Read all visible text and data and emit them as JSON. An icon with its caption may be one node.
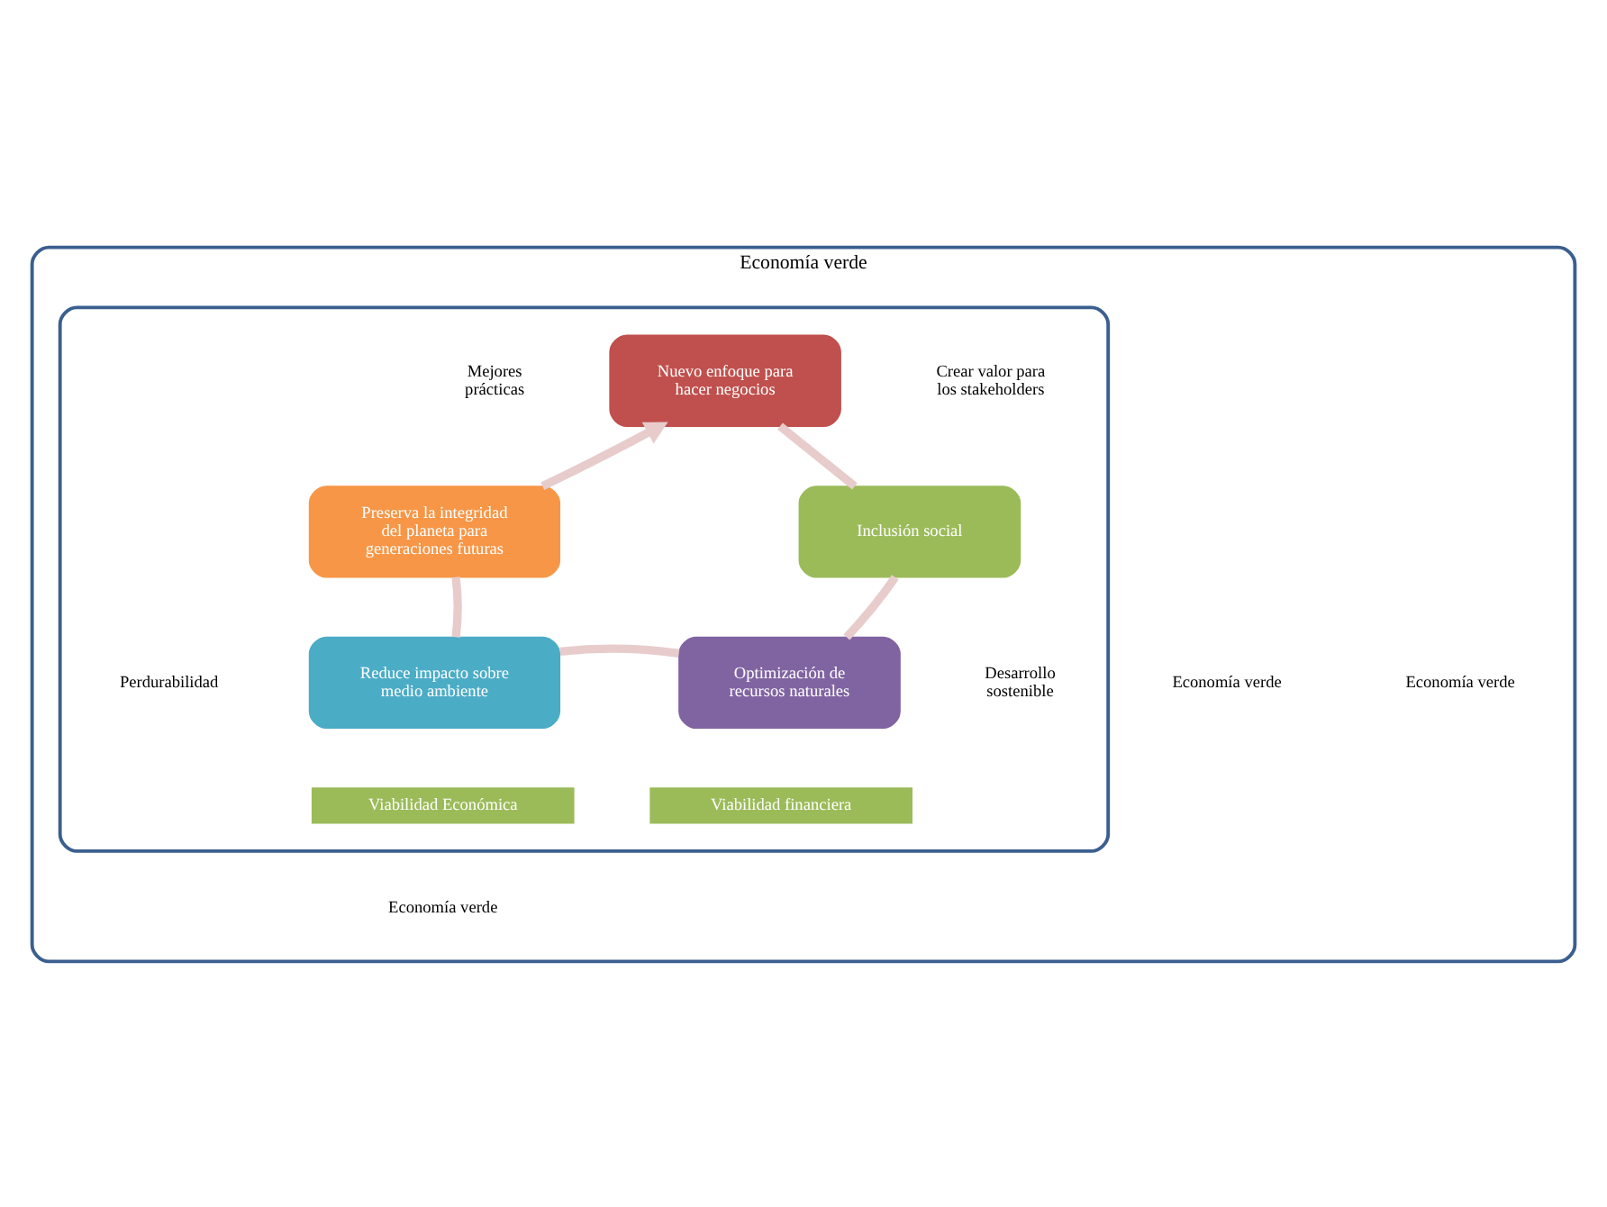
{
  "diagram": {
    "nodes": [
      {
        "text": [
          "Economía verde"
        ]
      },
      {
        "text": [],
        "shape": "box",
        "in": 0
      },
      {
        "text": [
          "Nuevo enfoque para hacer negocios"
        ],
        "in": 1
      },
      {
        "text": [
          "Inclusión social"
        ],
        "in": 1
      },
      {
        "text": [
          "Optimización de recursos naturales"
        ],
        "in": 1
      },
      {
        "text": [
          "Reduce impacto sobre medio ambiente"
        ],
        "in": 1
      },
      {
        "text": [
          "Preserva la integridad del planeta para generaciones futuras"
        ],
        "in": 1
      },
      {
        "text": [
          "Viabilidad Económica"
        ],
        "in": 1
      },
      {
        "text": [
          "Viabilidad financiera"
        ],
        "in": 1
      }
    ],
    "edges": [
      {
        "from": 2,
        "to": 3,
        "arrow": "none"
      },
      {
        "from": 3,
        "to": 4,
        "arrow": "none"
      },
      {
        "from": 4,
        "to": 5,
        "arrow": "none"
      },
      {
        "from": 5,
        "to": 6,
        "arrow": "none"
      },
      {
        "from": 6,
        "to": 2,
        "arrow": "to"
      }
    ],
    "labels": [
      "Mejores prácticas",
      "Crear valor para los stakeholders",
      "Economía verde",
      "Economía verde",
      "Perdurabilidad",
      "Desarrollo sostenible",
      "Economía verde"
    ]
  }
}
